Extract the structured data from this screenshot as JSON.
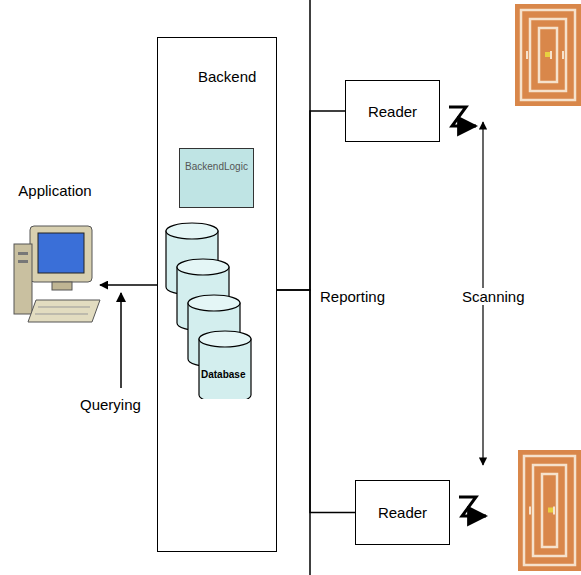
{
  "diagram": {
    "nodes": [
      {
        "text": [
          "Application"
        ]
      },
      {
        "text": [
          "Backend"
        ]
      },
      {
        "text": [
          "BackendLogic"
        ],
        "in": 1
      },
      {
        "text": [
          "Database"
        ],
        "in": 1
      },
      {
        "text": [
          "Reader"
        ]
      },
      {
        "text": [
          "Reader"
        ]
      }
    ],
    "edges": [
      {
        "from": 0,
        "to": 1,
        "arrow": "both"
      },
      {
        "from": 2,
        "to": 3,
        "arrow": "both"
      },
      {
        "from": 1,
        "to": 4,
        "arrow": "none"
      },
      {
        "from": 1,
        "to": 5,
        "arrow": "none"
      }
    ],
    "labels": [
      "Querying",
      "Reporting",
      "Scanning"
    ]
  }
}
